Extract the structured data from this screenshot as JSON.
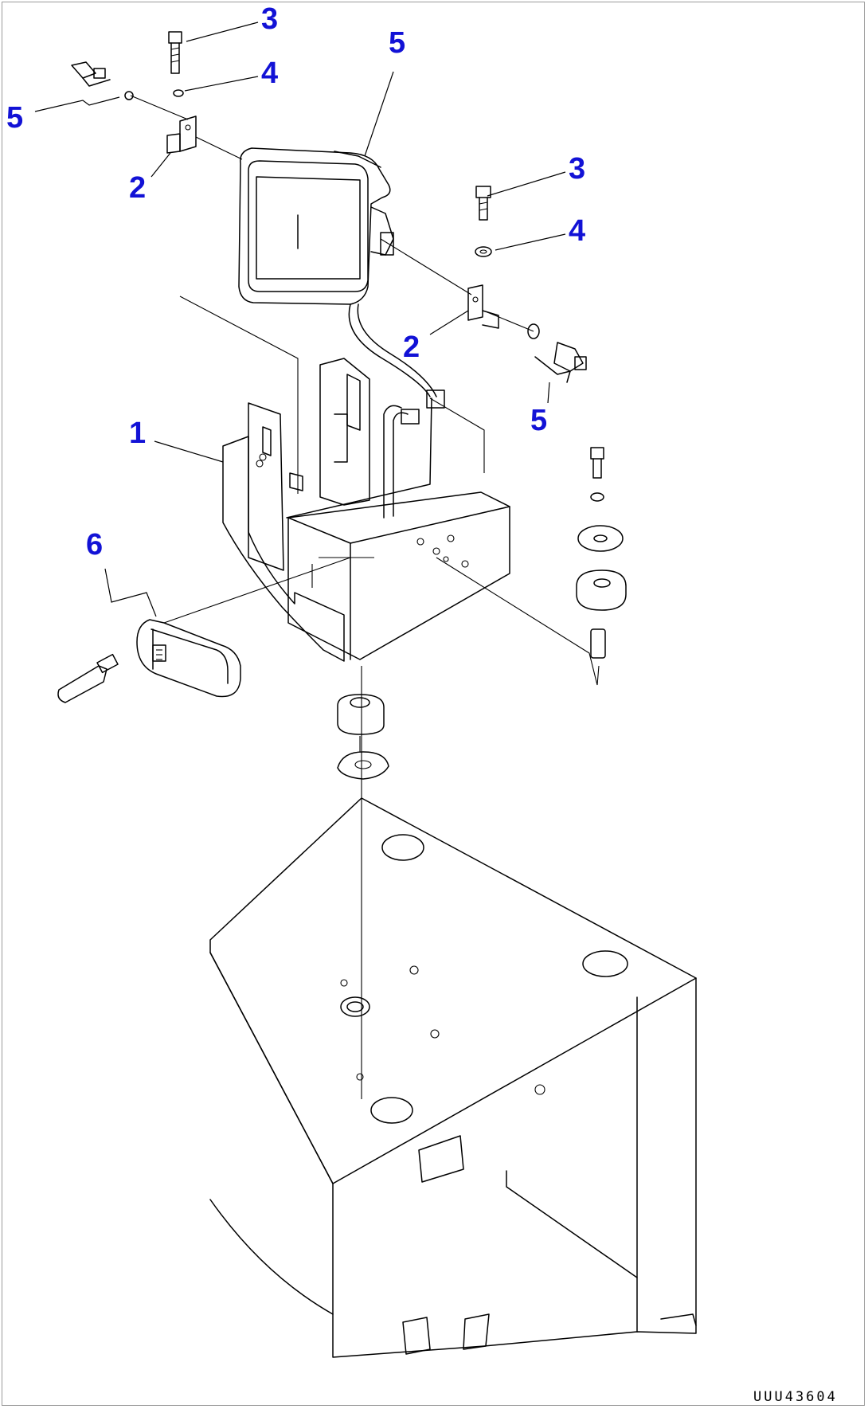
{
  "callouts": [
    {
      "id": "a",
      "label": "3"
    },
    {
      "id": "b",
      "label": "4"
    },
    {
      "id": "c",
      "label": "5"
    },
    {
      "id": "d",
      "label": "5"
    },
    {
      "id": "e",
      "label": "2"
    },
    {
      "id": "f",
      "label": "3"
    },
    {
      "id": "g",
      "label": "4"
    },
    {
      "id": "h",
      "label": "2"
    },
    {
      "id": "i",
      "label": "5"
    },
    {
      "id": "j",
      "label": "1"
    },
    {
      "id": "k",
      "label": "6"
    }
  ],
  "drawing_code": "UUU43604",
  "colors": {
    "callout": "#1212d6",
    "line": "#000000"
  }
}
